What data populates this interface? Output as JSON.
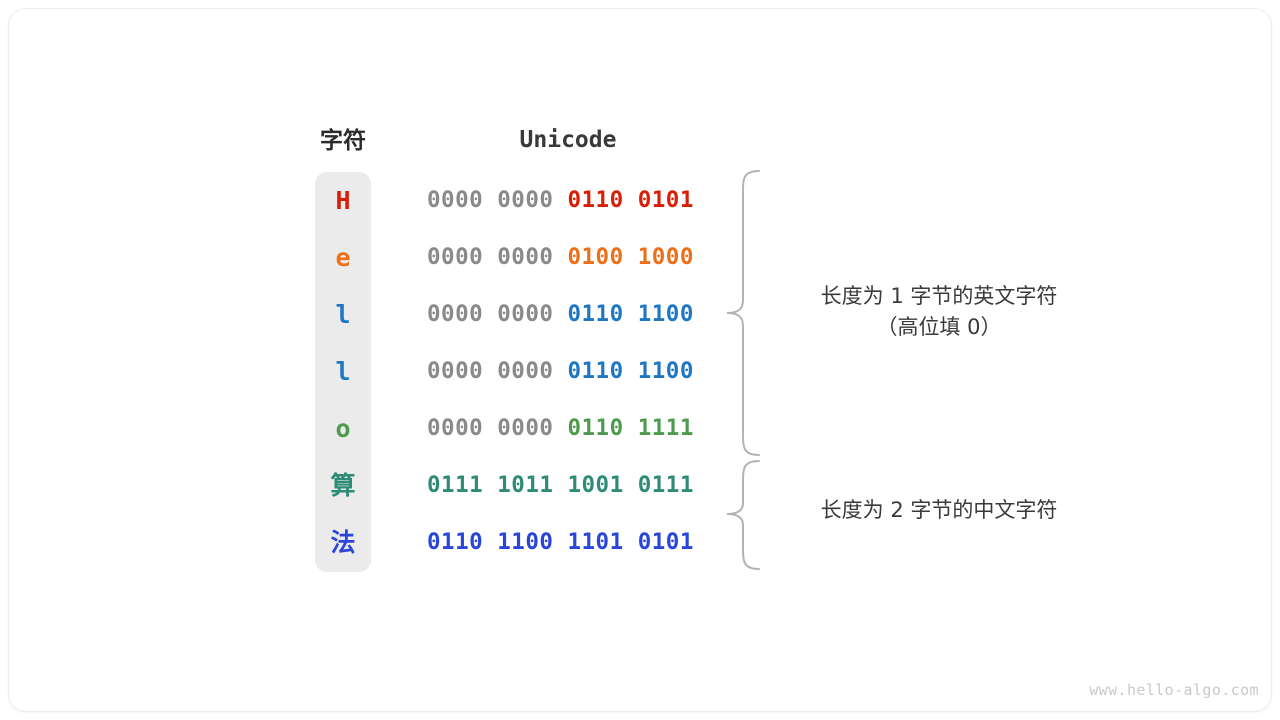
{
  "watermark": "www.hello-algo.com",
  "headers": {
    "char": "字符",
    "unicode": "Unicode"
  },
  "colors": {
    "red": "#d81e06",
    "orange": "#ec6f1a",
    "blue": "#1f77c4",
    "green": "#4e9a4e",
    "teal": "#2e8b76",
    "royal_blue": "#2a46d8",
    "pad_gray": "#8a8a8a",
    "box_gray": "#ebebeb",
    "brace_gray": "#b3b3b3",
    "text_dark": "#3a3a3a"
  },
  "rows": [
    {
      "char": "H",
      "pad": "0000 0000 ",
      "code": "0110 0101",
      "color": "#d81e06",
      "cjk": false
    },
    {
      "char": "e",
      "pad": "0000 0000 ",
      "code": "0100 1000",
      "color": "#ec6f1a",
      "cjk": false
    },
    {
      "char": "l",
      "pad": "0000 0000 ",
      "code": "0110 1100",
      "color": "#1f77c4",
      "cjk": false
    },
    {
      "char": "l",
      "pad": "0000 0000 ",
      "code": "0110 1100",
      "color": "#1f77c4",
      "cjk": false
    },
    {
      "char": "o",
      "pad": "0000 0000 ",
      "code": "0110 1111",
      "color": "#4e9a4e",
      "cjk": false
    },
    {
      "char": "算",
      "pad": "",
      "code": "0111 1011 1001 0111",
      "color": "#2e8b76",
      "cjk": true
    },
    {
      "char": "法",
      "pad": "",
      "code": "0110 1100 1101 0101",
      "color": "#2a46d8",
      "cjk": true
    }
  ],
  "annotations": {
    "english": "长度为 1 字节的英文字符\n（高位填 0）",
    "chinese": "长度为 2 字节的中文字符"
  }
}
